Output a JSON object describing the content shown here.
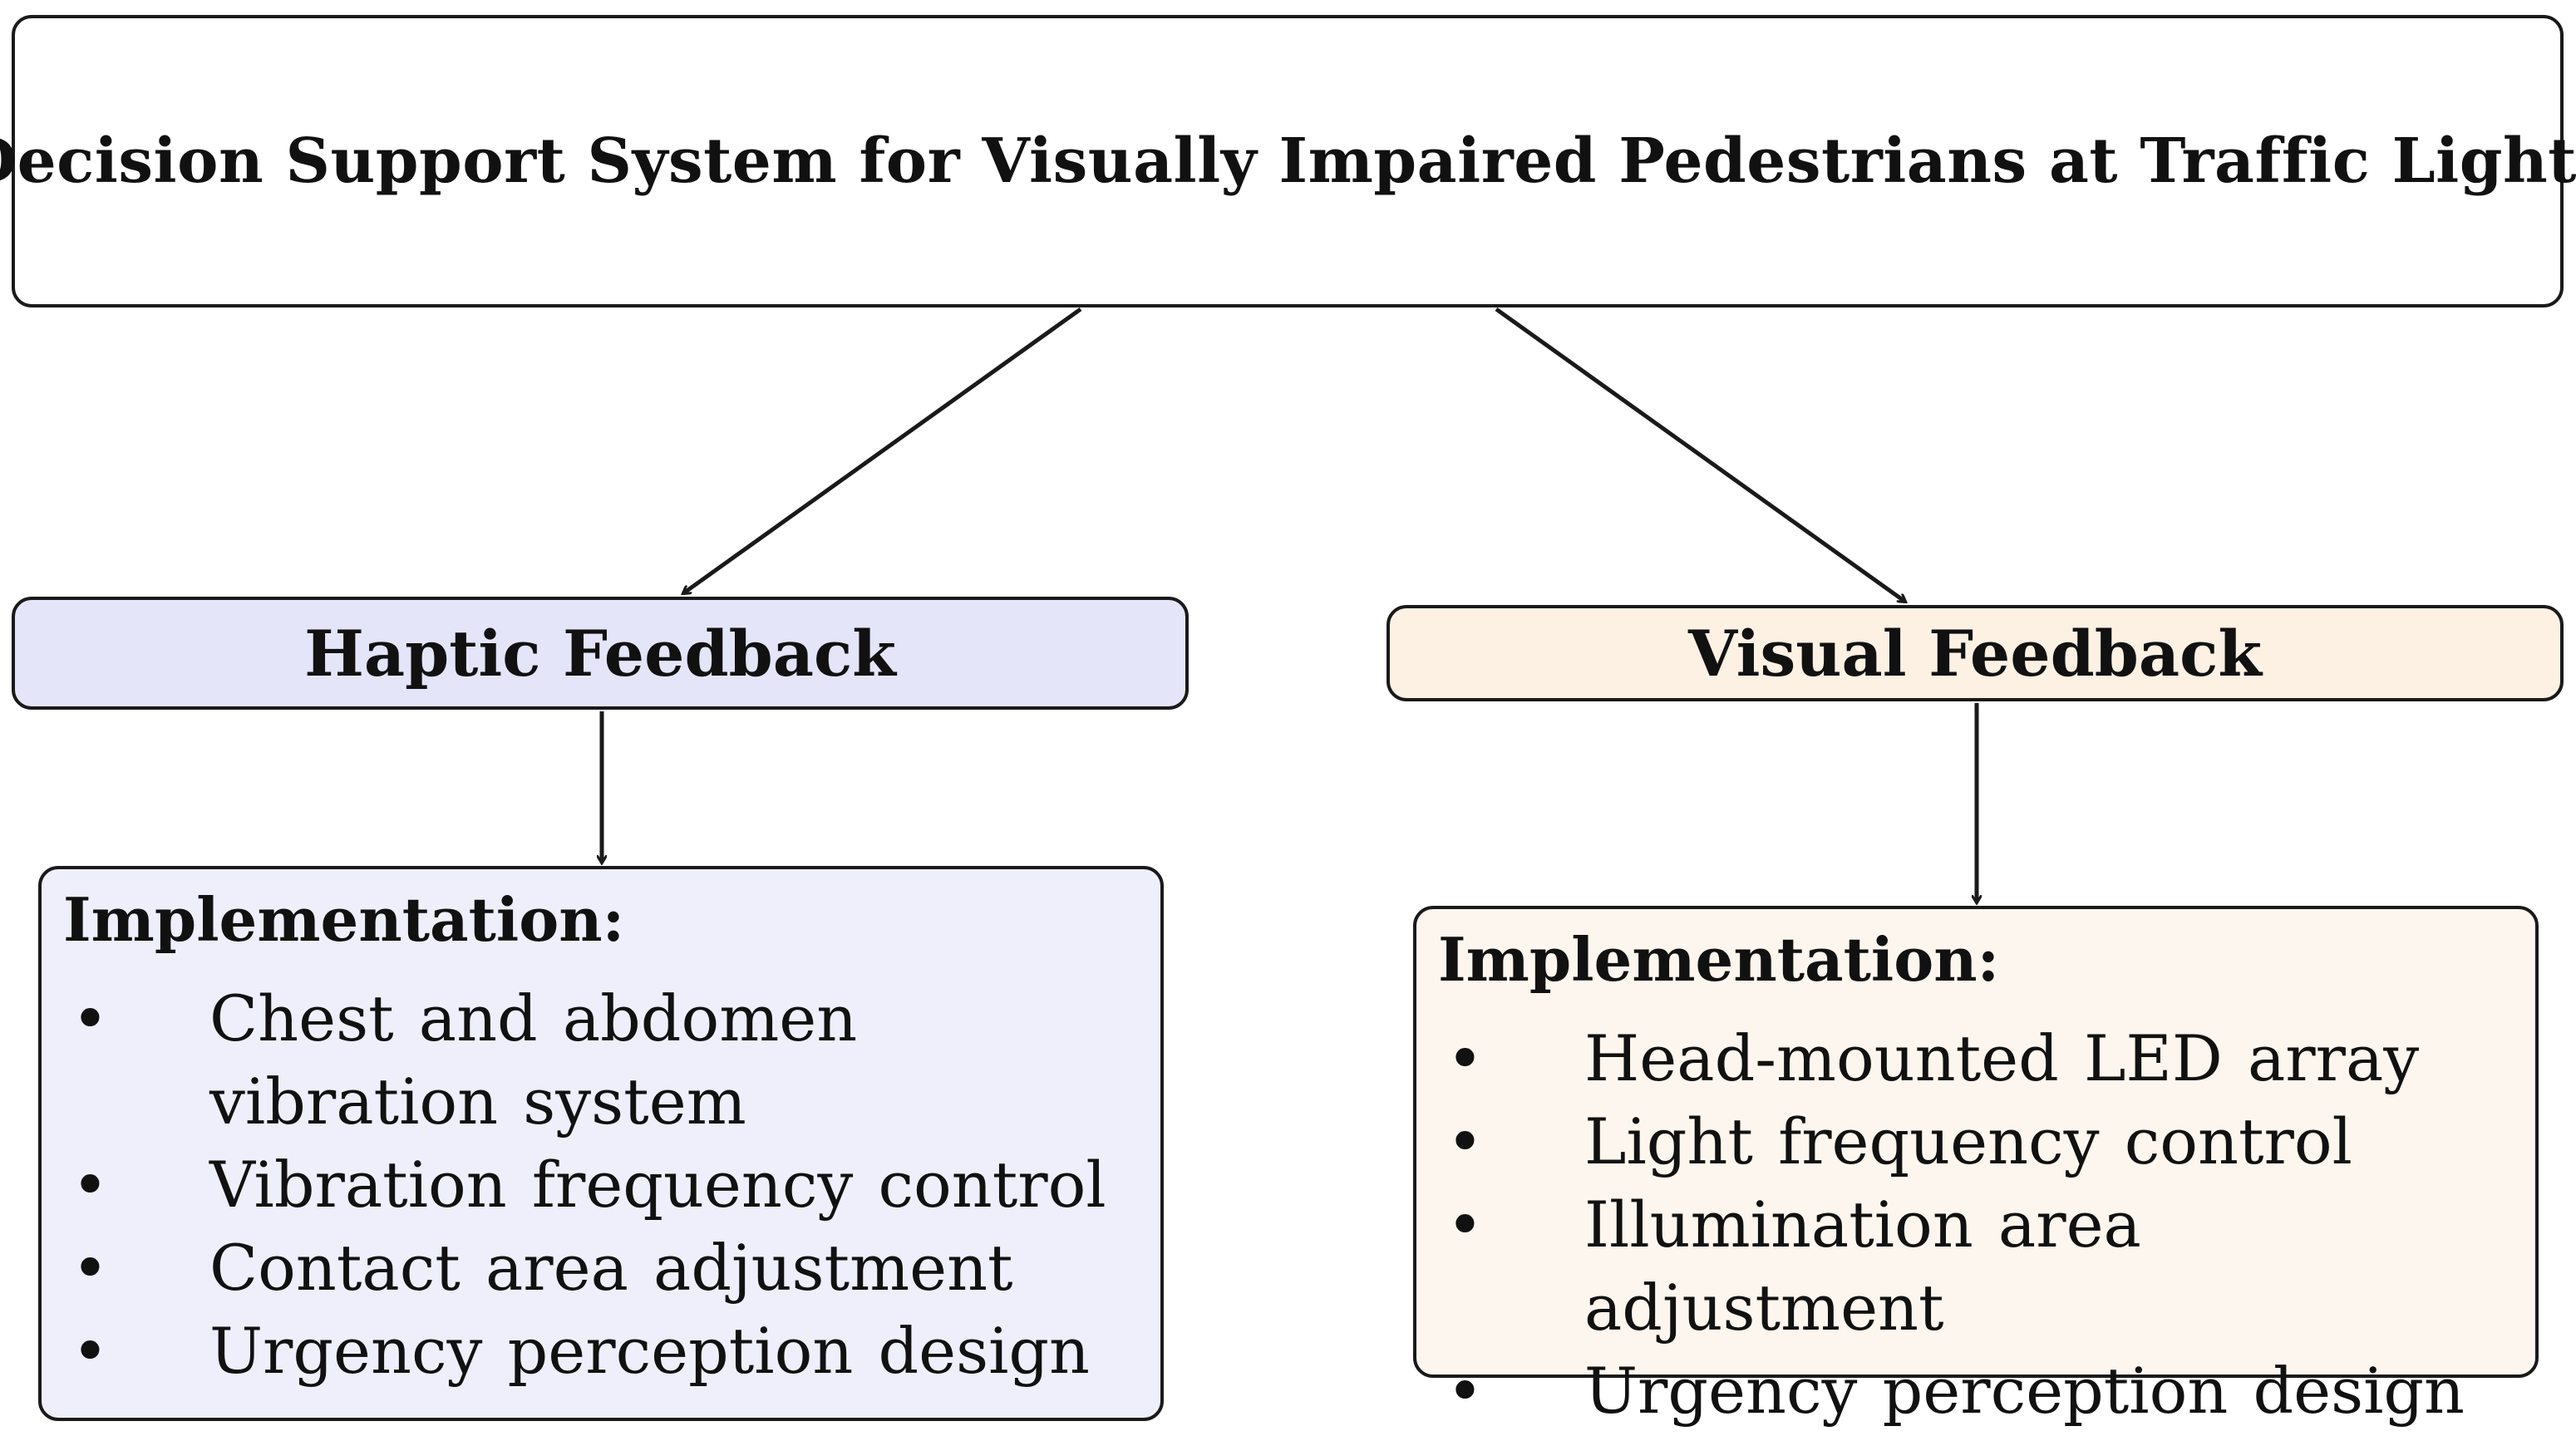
{
  "title": "Decision Support System for Visually Impaired Pedestrians at Traffic Lights",
  "haptic": {
    "label": "Haptic Feedback",
    "color": "#e5e5fa",
    "implementation_heading": "Implementation:",
    "items": [
      "Chest and abdomen vibration system",
      "Vibration frequency control",
      "Contact area adjustment",
      "Urgency perception design"
    ]
  },
  "visual": {
    "label": "Visual Feedback",
    "color": "#fdf1e4",
    "implementation_heading": "Implementation:",
    "items": [
      "Head-mounted LED array",
      "Light frequency control",
      "Illumination area adjustment",
      "Urgency perception design"
    ]
  },
  "bullet_glyph": "•"
}
